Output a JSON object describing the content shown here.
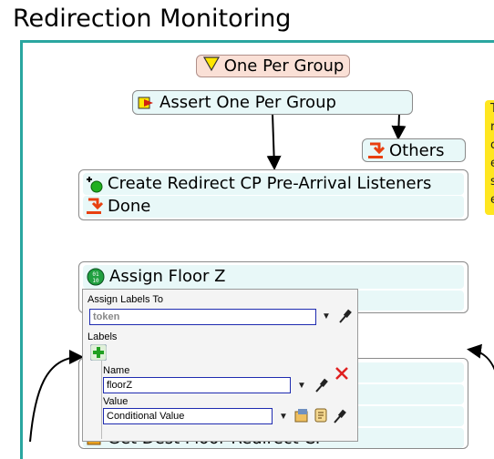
{
  "title": "Redirection Monitoring",
  "flow": {
    "start": {
      "label": "One Per Group",
      "icon": "triangle-down-icon"
    },
    "assert": {
      "label": "Assert One Per Group",
      "icon": "assert-arrow-icon"
    },
    "others": {
      "label": "Others",
      "icon": "redirect-icon"
    },
    "create_block": {
      "create_label": "Create Redirect CP Pre-Arrival Listeners",
      "done_label": "Done"
    },
    "assign_floor": {
      "label": "Assign Floor Z",
      "icon": "binary-icon"
    },
    "get_dest": {
      "label": "Get Dest Floor Redirect CP"
    },
    "note_text": [
      "T",
      "r",
      "c",
      "e",
      "s",
      "e"
    ]
  },
  "panel": {
    "assign_labels_to_label": "Assign Labels To",
    "assign_labels_to_value": "token",
    "labels_label": "Labels",
    "name_label": "Name",
    "name_value": "floorZ",
    "value_label": "Value",
    "value_value": "Conditional Value"
  },
  "colors": {
    "frame": "#2aa6a0",
    "start_fill": "#fae0d6",
    "activity_fill": "#e8f8f8",
    "note": "#ffe620",
    "field_border": "#1e2bb0"
  }
}
